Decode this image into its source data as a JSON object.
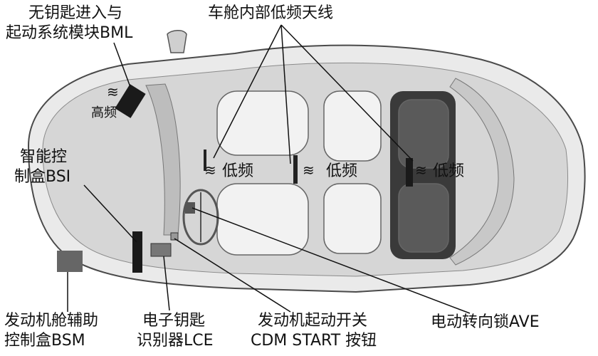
{
  "labels": {
    "bml_line1": "无钥匙进入与",
    "bml_line2": "起动系统模块BML",
    "antenna_title": "车舱内部低频天线",
    "hf": "高频",
    "lf1": "低频",
    "lf2": "低频",
    "lf3": "低频",
    "bsi_line1": "智能控",
    "bsi_line2": "制盒BSI",
    "bsm_line1": "发动机舱辅助",
    "bsm_line2": "控制盒BSM",
    "lce_line1": "电子钥匙",
    "lce_line2": "识别器LCE",
    "cdm_line1": "发动机起动开关",
    "cdm_line2": "CDM START 按钮",
    "ave": "电动转向锁AVE"
  },
  "icons": {
    "wave": "wireless-wave-icon"
  }
}
